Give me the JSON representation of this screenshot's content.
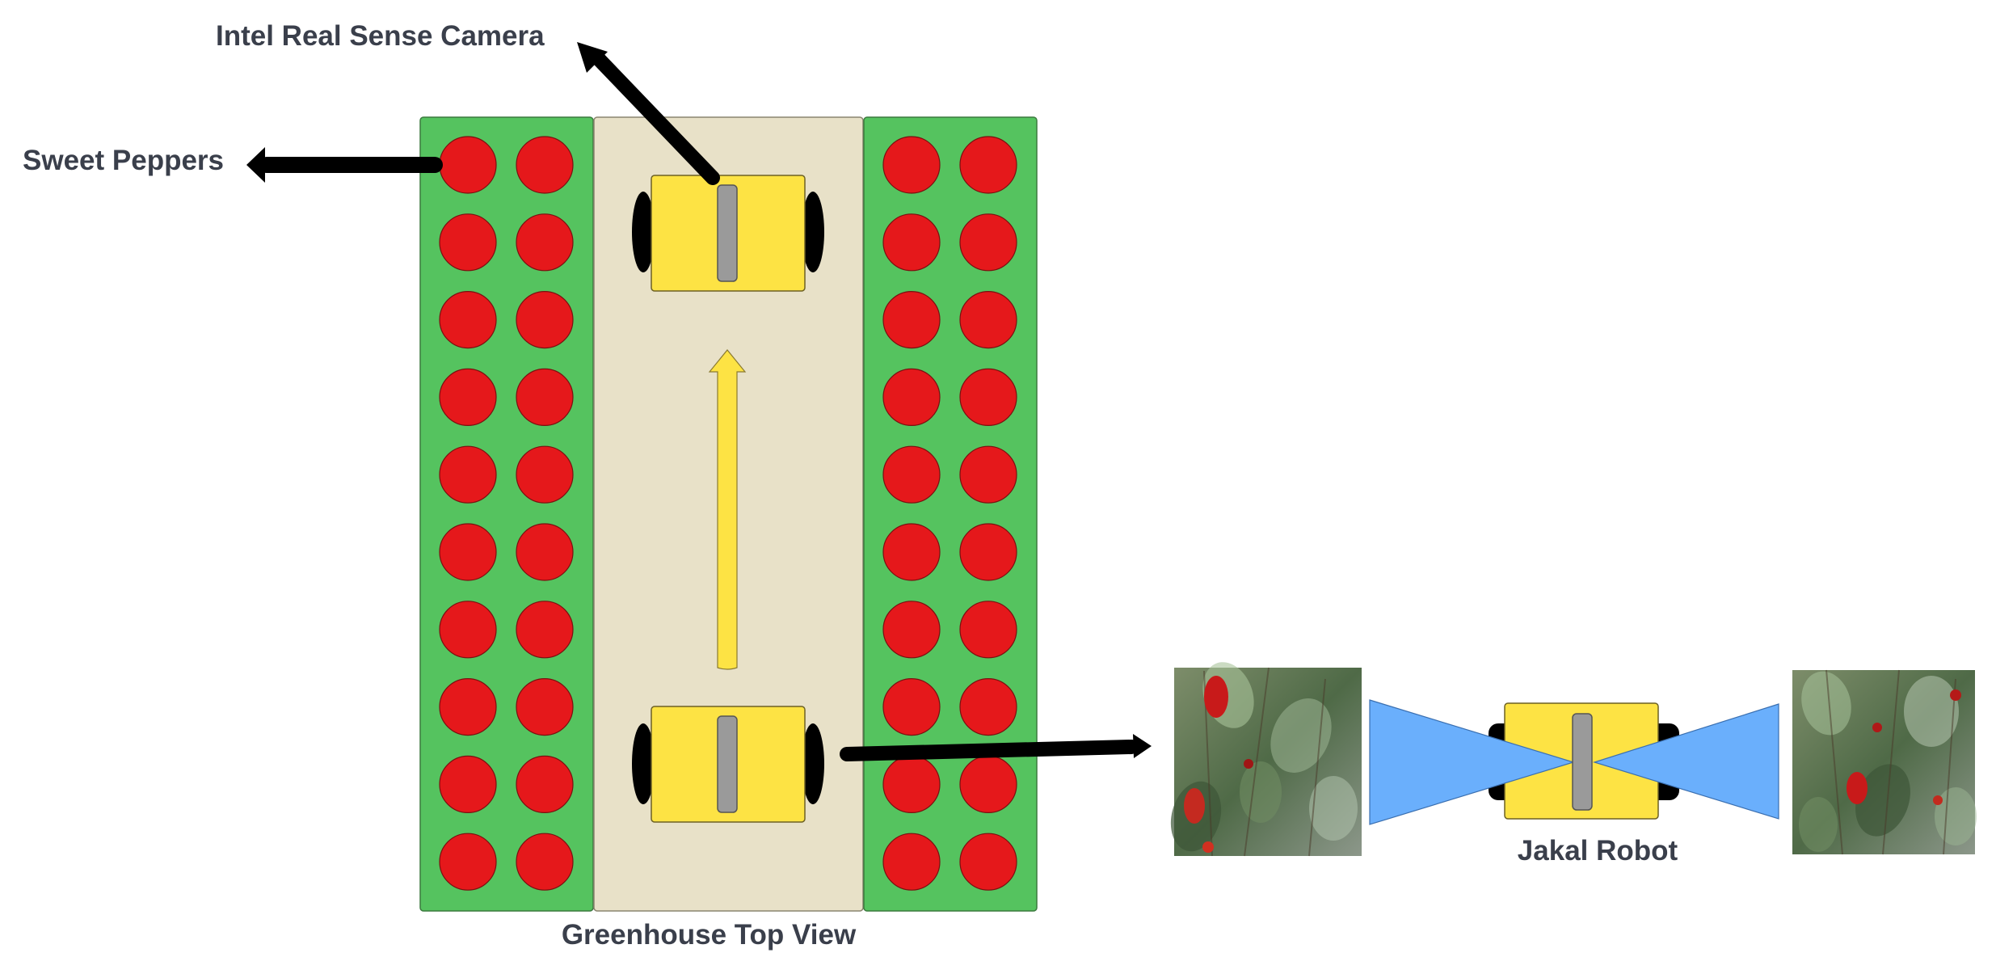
{
  "labels": {
    "camera": "Intel Real Sense Camera",
    "peppers": "Sweet Peppers",
    "greenhouse": "Greenhouse Top View",
    "robot": "Jakal Robot"
  },
  "layout": {
    "plant_rows": 2,
    "plants_per_column": 10,
    "plant_columns_per_row": 2
  },
  "colors": {
    "plant_bed": "#55c35f",
    "pepper": "#e5181b",
    "aisle": "#e8e1c8",
    "robot_body": "#fde344",
    "camera_bar": "#9a9a9a",
    "wheel": "#000000",
    "camera_fov": "#6aaffc",
    "arrow": "#000000",
    "path_arrow": "#fde344",
    "label_text": "#3a3f4b"
  },
  "icons": {
    "camera_pointer": "arrow-icon",
    "robot": "robot-icon",
    "photo_left": "pepper-photo-left",
    "photo_right": "pepper-photo-right"
  }
}
